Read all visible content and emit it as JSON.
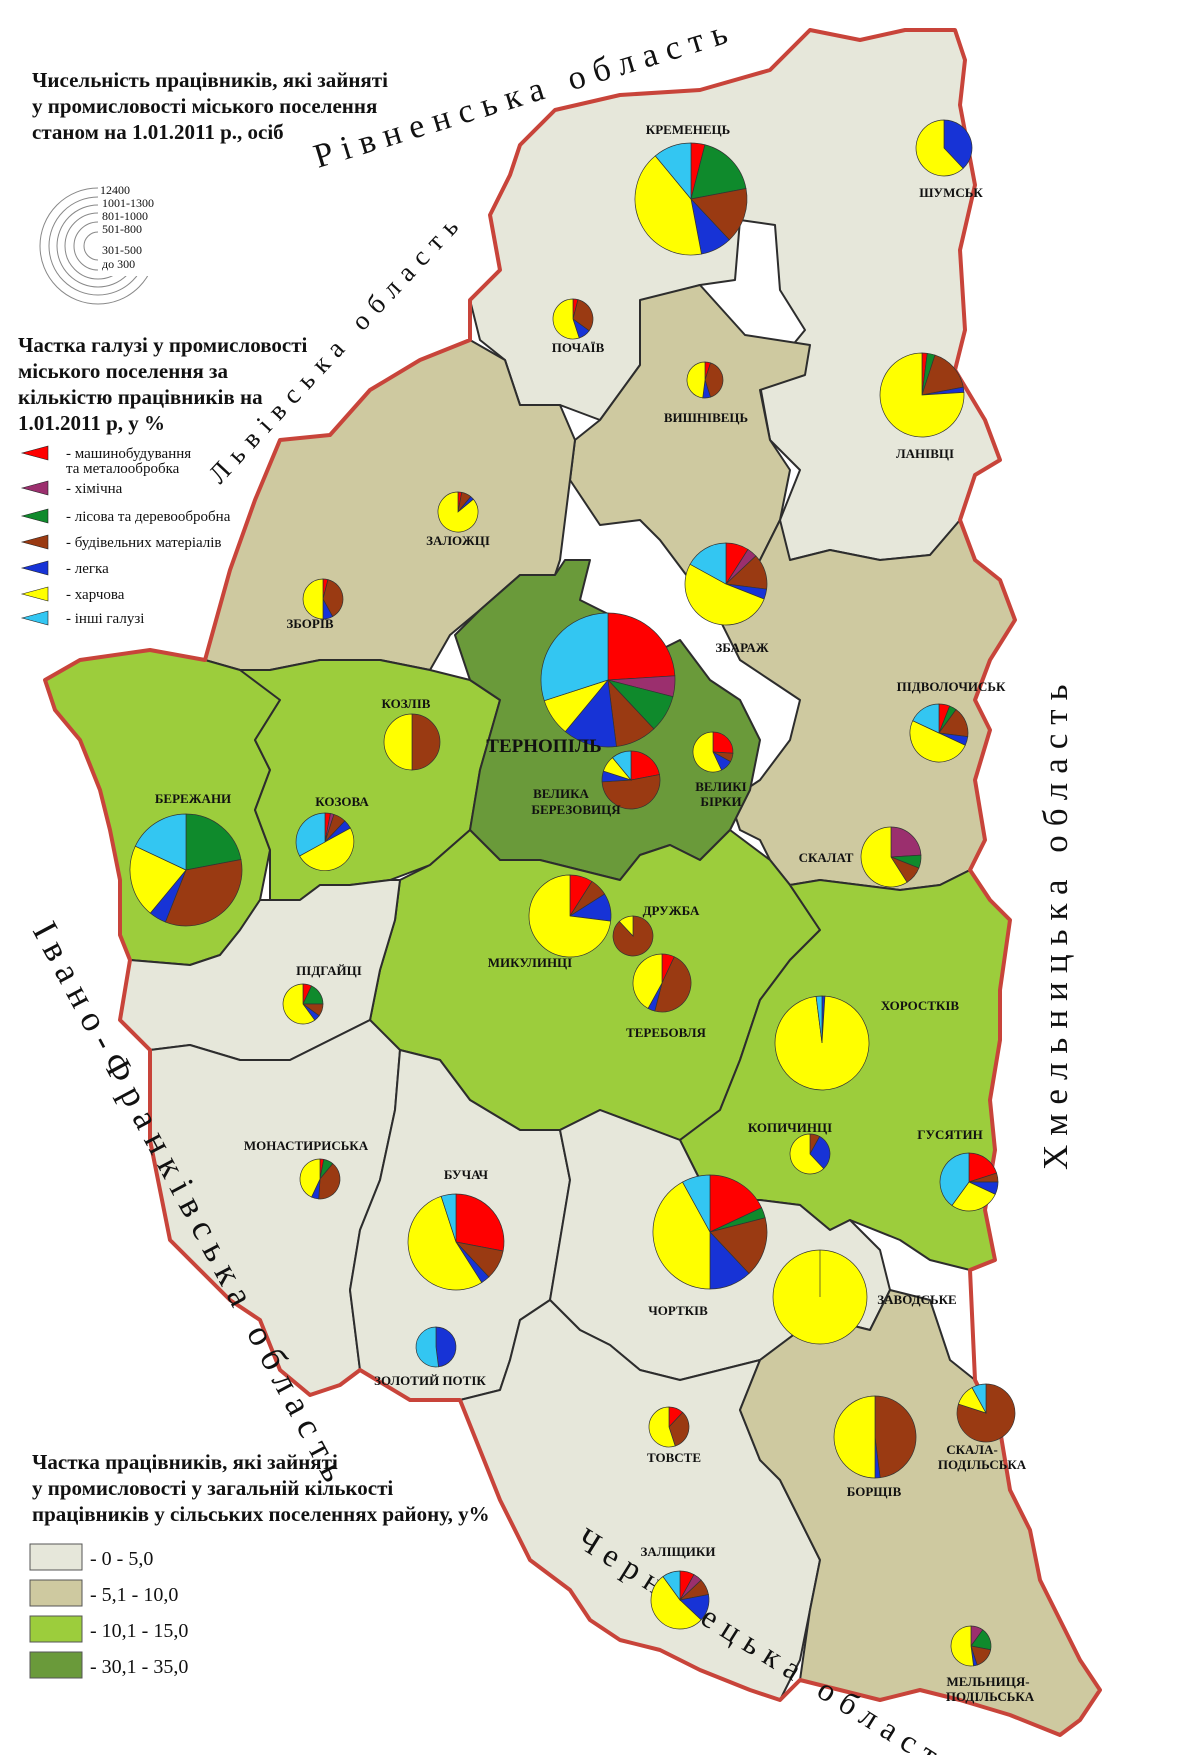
{
  "legend_titles": {
    "sizes": [
      "Чисельність працівників, які зайняті",
      "у промисловості міського поселення",
      "станом на 1.01.2011 р., осіб"
    ],
    "shares": [
      "Частка галузі у промисловості",
      "міського поселення за",
      "кількістю працівників на",
      "1.01.2011 р, у %"
    ],
    "choropleth": [
      "Частка працівників, які зайняті",
      "у промисловості у загальній кількості",
      "працівників у сільських поселеннях району, у%"
    ]
  },
  "size_classes": [
    "12400",
    "1001-1300",
    "801-1000",
    "501-800",
    "301-500",
    "до 300"
  ],
  "sectors": [
    {
      "label": "- машинобудування",
      "label2": "та металообробка",
      "color": "#ff0000"
    },
    {
      "label": "- хімічна",
      "color": "#9b2f6e"
    },
    {
      "label": "- лісова та деревообробна",
      "color": "#0f8a2c"
    },
    {
      "label": "- будівельних матеріалів",
      "color": "#9a3a12"
    },
    {
      "label": "- легка",
      "color": "#1733d6"
    },
    {
      "label": "- харчова",
      "color": "#ffff00"
    },
    {
      "label": "- інші галузі",
      "color": "#33c6f2"
    }
  ],
  "choropleth_classes": [
    {
      "label": "- 0 - 5,0",
      "color": "#e6e7da"
    },
    {
      "label": "- 5,1 - 10,0",
      "color": "#cec9a0"
    },
    {
      "label": "- 10,1 - 15,0",
      "color": "#9ccd3c"
    },
    {
      "label": "- 30,1 - 35,0",
      "color": "#6a9a3a"
    }
  ],
  "neighbors": {
    "rivne": "Рівненська область",
    "lviv": "Львівська область",
    "khmelnytskyi": "Хмельницька область",
    "ivano_frankivsk": "Івано-Франківська область",
    "chernivtsi": "Чернівецька область"
  },
  "capital_label": "ТЕРНОПІЛЬ",
  "towns": [
    {
      "name": "КРЕМЕНЕЦЬ",
      "shares": [
        4,
        0,
        18,
        16,
        9,
        42,
        11
      ]
    },
    {
      "name": "ШУМСЬК",
      "shares": [
        0,
        0,
        0,
        0,
        38,
        62,
        0
      ]
    },
    {
      "name": "ПОЧАЇВ",
      "shares": [
        4,
        0,
        0,
        31,
        10,
        55,
        0
      ]
    },
    {
      "name": "ВИШНІВЕЦЬ",
      "shares": [
        5,
        0,
        0,
        40,
        7,
        48,
        0
      ]
    },
    {
      "name": "ЛАНІВЦІ",
      "shares": [
        2,
        0,
        3,
        17,
        2,
        76,
        0
      ]
    },
    {
      "name": "ЗАЛОЖЦІ",
      "shares": [
        3,
        0,
        0,
        8,
        3,
        86,
        0
      ]
    },
    {
      "name": "ЗБАРАЖ",
      "shares": [
        9,
        4,
        0,
        14,
        4,
        52,
        17
      ]
    },
    {
      "name": "ЗБОРІВ",
      "shares": [
        4,
        0,
        0,
        38,
        8,
        50,
        0
      ]
    },
    {
      "name": "ПІДВОЛОЧИСЬК",
      "shares": [
        6,
        0,
        4,
        17,
        5,
        50,
        18
      ]
    },
    {
      "name": "ТЕРНОПІЛЬ",
      "shares": [
        24,
        5,
        9,
        10,
        13,
        9,
        30
      ]
    },
    {
      "name": "КОЗЛІВ",
      "shares": [
        0,
        0,
        0,
        50,
        0,
        50,
        0
      ]
    },
    {
      "name": "КОЗОВА",
      "shares": [
        3,
        2,
        0,
        7,
        5,
        50,
        33
      ]
    },
    {
      "name": "ВЕЛИКА БЕРЕЗОВИЦЯ",
      "shares": [
        22,
        0,
        0,
        52,
        6,
        9,
        11
      ]
    },
    {
      "name": "ВЕЛИКІ БІРКИ",
      "shares": [
        26,
        0,
        0,
        7,
        10,
        57,
        0
      ]
    },
    {
      "name": "БЕРЕЖАНИ",
      "shares": [
        0,
        0,
        22,
        34,
        5,
        21,
        18
      ]
    },
    {
      "name": "СКАЛАТ",
      "shares": [
        0,
        24,
        7,
        10,
        0,
        59,
        0
      ]
    },
    {
      "name": "МИКУЛИНЦІ",
      "shares": [
        9,
        0,
        0,
        7,
        11,
        73,
        0
      ]
    },
    {
      "name": "ДРУЖБА",
      "shares": [
        0,
        0,
        0,
        88,
        0,
        12,
        0
      ]
    },
    {
      "name": "ТЕРЕБОВЛЯ",
      "shares": [
        7,
        0,
        0,
        47,
        4,
        42,
        0
      ]
    },
    {
      "name": "ПІДГАЙЦІ",
      "shares": [
        7,
        0,
        18,
        10,
        5,
        60,
        0
      ]
    },
    {
      "name": "ХОРОСТКІВ",
      "shares": [
        0,
        0,
        0,
        0,
        1,
        97,
        2
      ]
    },
    {
      "name": "КОПИЧИНЦІ",
      "shares": [
        0,
        0,
        0,
        8,
        30,
        62,
        0
      ]
    },
    {
      "name": "ГУСЯТИН",
      "shares": [
        20,
        0,
        0,
        5,
        7,
        28,
        40
      ]
    },
    {
      "name": "МОНАСТИРИСЬКА",
      "shares": [
        3,
        0,
        8,
        40,
        6,
        43,
        0
      ]
    },
    {
      "name": "БУЧАЧ",
      "shares": [
        28,
        0,
        0,
        10,
        3,
        54,
        5
      ]
    },
    {
      "name": "ЧОРТКІВ",
      "shares": [
        18,
        0,
        3,
        17,
        12,
        42,
        8
      ]
    },
    {
      "name": "ЗАВОДСЬКЕ",
      "shares": [
        0,
        0,
        0,
        0,
        0,
        100,
        0
      ]
    },
    {
      "name": "ЗОЛОТИЙ ПОТІК",
      "shares": [
        0,
        0,
        0,
        0,
        48,
        0,
        52
      ]
    },
    {
      "name": "ТОВСТЕ",
      "shares": [
        12,
        0,
        0,
        33,
        0,
        55,
        0
      ]
    },
    {
      "name": "БОРЩІВ",
      "shares": [
        0,
        0,
        0,
        48,
        2,
        50,
        0
      ]
    },
    {
      "name": "СКАЛА-ПОДІЛЬСЬКА",
      "shares": [
        0,
        0,
        0,
        80,
        0,
        12,
        8
      ]
    },
    {
      "name": "ЗАЛІЩИКИ",
      "shares": [
        8,
        5,
        0,
        9,
        15,
        53,
        10
      ]
    },
    {
      "name": "МЕЛЬНИЦЯ-ПОДІЛЬСЬКА",
      "shares": [
        0,
        10,
        18,
        17,
        3,
        52,
        0
      ]
    }
  ]
}
